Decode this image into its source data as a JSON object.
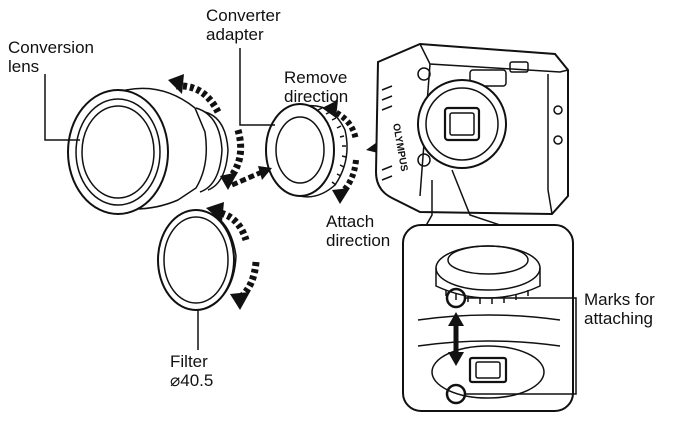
{
  "labels": {
    "conversion_lens": [
      "Conversion",
      "lens"
    ],
    "converter_adapter": [
      "Converter",
      "adapter"
    ],
    "remove_direction": [
      "Remove",
      "direction"
    ],
    "attach_direction": [
      "Attach",
      "direction"
    ],
    "filter": [
      "Filter",
      "⌀40.5"
    ],
    "marks_for_attaching": [
      "Marks for",
      "attaching"
    ]
  },
  "camera_brand": "OLYMPUS",
  "colors": {
    "line": "#111111",
    "background": "#ffffff"
  }
}
